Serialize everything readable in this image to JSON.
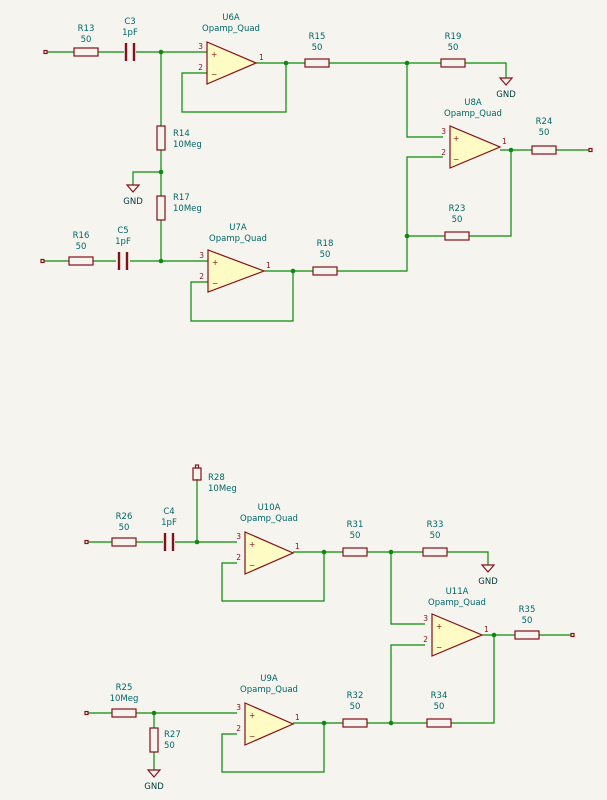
{
  "opamps": [
    {
      "ref": "U6A",
      "value": "Opamp_Quad",
      "pin_plus": "3",
      "pin_minus": "2",
      "pin_out": "1",
      "sign_plus": "+",
      "sign_minus": "−"
    },
    {
      "ref": "U7A",
      "value": "Opamp_Quad",
      "pin_plus": "3",
      "pin_minus": "2",
      "pin_out": "1",
      "sign_plus": "+",
      "sign_minus": "−"
    },
    {
      "ref": "U8A",
      "value": "Opamp_Quad",
      "pin_plus": "3",
      "pin_minus": "2",
      "pin_out": "1",
      "sign_plus": "+",
      "sign_minus": "−"
    },
    {
      "ref": "U10A",
      "value": "Opamp_Quad",
      "pin_plus": "3",
      "pin_minus": "2",
      "pin_out": "1",
      "sign_plus": "+",
      "sign_minus": "−"
    },
    {
      "ref": "U9A",
      "value": "Opamp_Quad",
      "pin_plus": "3",
      "pin_minus": "2",
      "pin_out": "1",
      "sign_plus": "+",
      "sign_minus": "−"
    },
    {
      "ref": "U11A",
      "value": "Opamp_Quad",
      "pin_plus": "3",
      "pin_minus": "2",
      "pin_out": "1",
      "sign_plus": "+",
      "sign_minus": "−"
    }
  ],
  "resistors": [
    {
      "ref": "R13",
      "value": "50"
    },
    {
      "ref": "R15",
      "value": "50"
    },
    {
      "ref": "R19",
      "value": "50"
    },
    {
      "ref": "R14",
      "value": "10Meg"
    },
    {
      "ref": "R17",
      "value": "10Meg"
    },
    {
      "ref": "R16",
      "value": "50"
    },
    {
      "ref": "R18",
      "value": "50"
    },
    {
      "ref": "R23",
      "value": "50"
    },
    {
      "ref": "R24",
      "value": "50"
    },
    {
      "ref": "R28",
      "value": "10Meg"
    },
    {
      "ref": "R26",
      "value": "50"
    },
    {
      "ref": "R31",
      "value": "50"
    },
    {
      "ref": "R33",
      "value": "50"
    },
    {
      "ref": "R35",
      "value": "50"
    },
    {
      "ref": "R25",
      "value": "10Meg"
    },
    {
      "ref": "R27",
      "value": "50"
    },
    {
      "ref": "R32",
      "value": "50"
    },
    {
      "ref": "R34",
      "value": "50"
    }
  ],
  "capacitors": [
    {
      "ref": "C3",
      "value": "1pF"
    },
    {
      "ref": "C5",
      "value": "1pF"
    },
    {
      "ref": "C4",
      "value": "1pF"
    }
  ],
  "grounds": [
    {
      "label": "GND"
    },
    {
      "label": "GND"
    },
    {
      "label": "GND"
    },
    {
      "label": "GND"
    }
  ]
}
